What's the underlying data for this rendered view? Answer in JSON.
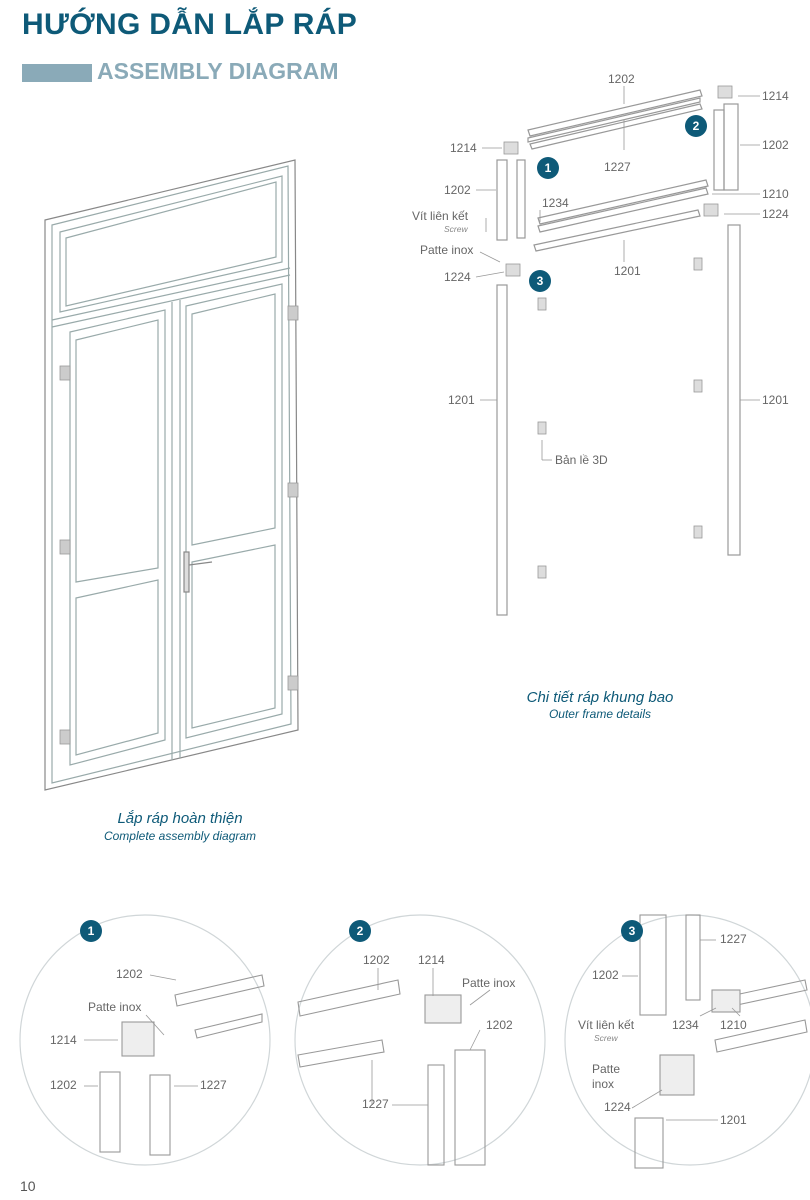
{
  "header": {
    "title_vi": "HƯỚNG DẪN LẮP RÁP",
    "title_en": "ASSEMBLY DIAGRAM"
  },
  "complete": {
    "caption_vi": "Lắp ráp hoàn thiện",
    "caption_en": "Complete assembly diagram"
  },
  "frame": {
    "caption_vi": "Chi tiết ráp khung bao",
    "caption_en": "Outer frame details",
    "labels": {
      "l1202_top": "1202",
      "l1214_right": "1214",
      "l1202_right": "1202",
      "l1214_left": "1214",
      "l1227": "1227",
      "l1202_left": "1202",
      "l1210": "1210",
      "l1234": "1234",
      "l1224_right": "1224",
      "screw_vi": "Vít liên kết",
      "screw_en": "Screw",
      "patte": "Patte inox",
      "l1224_left": "1224",
      "l1201_mid": "1201",
      "l1201_left": "1201",
      "l1201_right": "1201",
      "hinge": "Bản lề 3D"
    },
    "badges": [
      "1",
      "2",
      "3"
    ]
  },
  "details": [
    {
      "badge": "1",
      "labels": {
        "a": "1202",
        "b": "Patte inox",
        "c": "1214",
        "d": "1202",
        "e": "1227"
      }
    },
    {
      "badge": "2",
      "labels": {
        "a": "1202",
        "b": "1214",
        "c": "Patte inox",
        "d": "1202",
        "e": "1227"
      }
    },
    {
      "badge": "3",
      "labels": {
        "a": "1227",
        "b": "1202",
        "c": "Vít liên kết",
        "c_en": "Screw",
        "d": "1234",
        "e": "1210",
        "f": "Patte",
        "f2": "inox",
        "g": "1224",
        "h": "1201"
      }
    }
  ],
  "page_number": "10"
}
